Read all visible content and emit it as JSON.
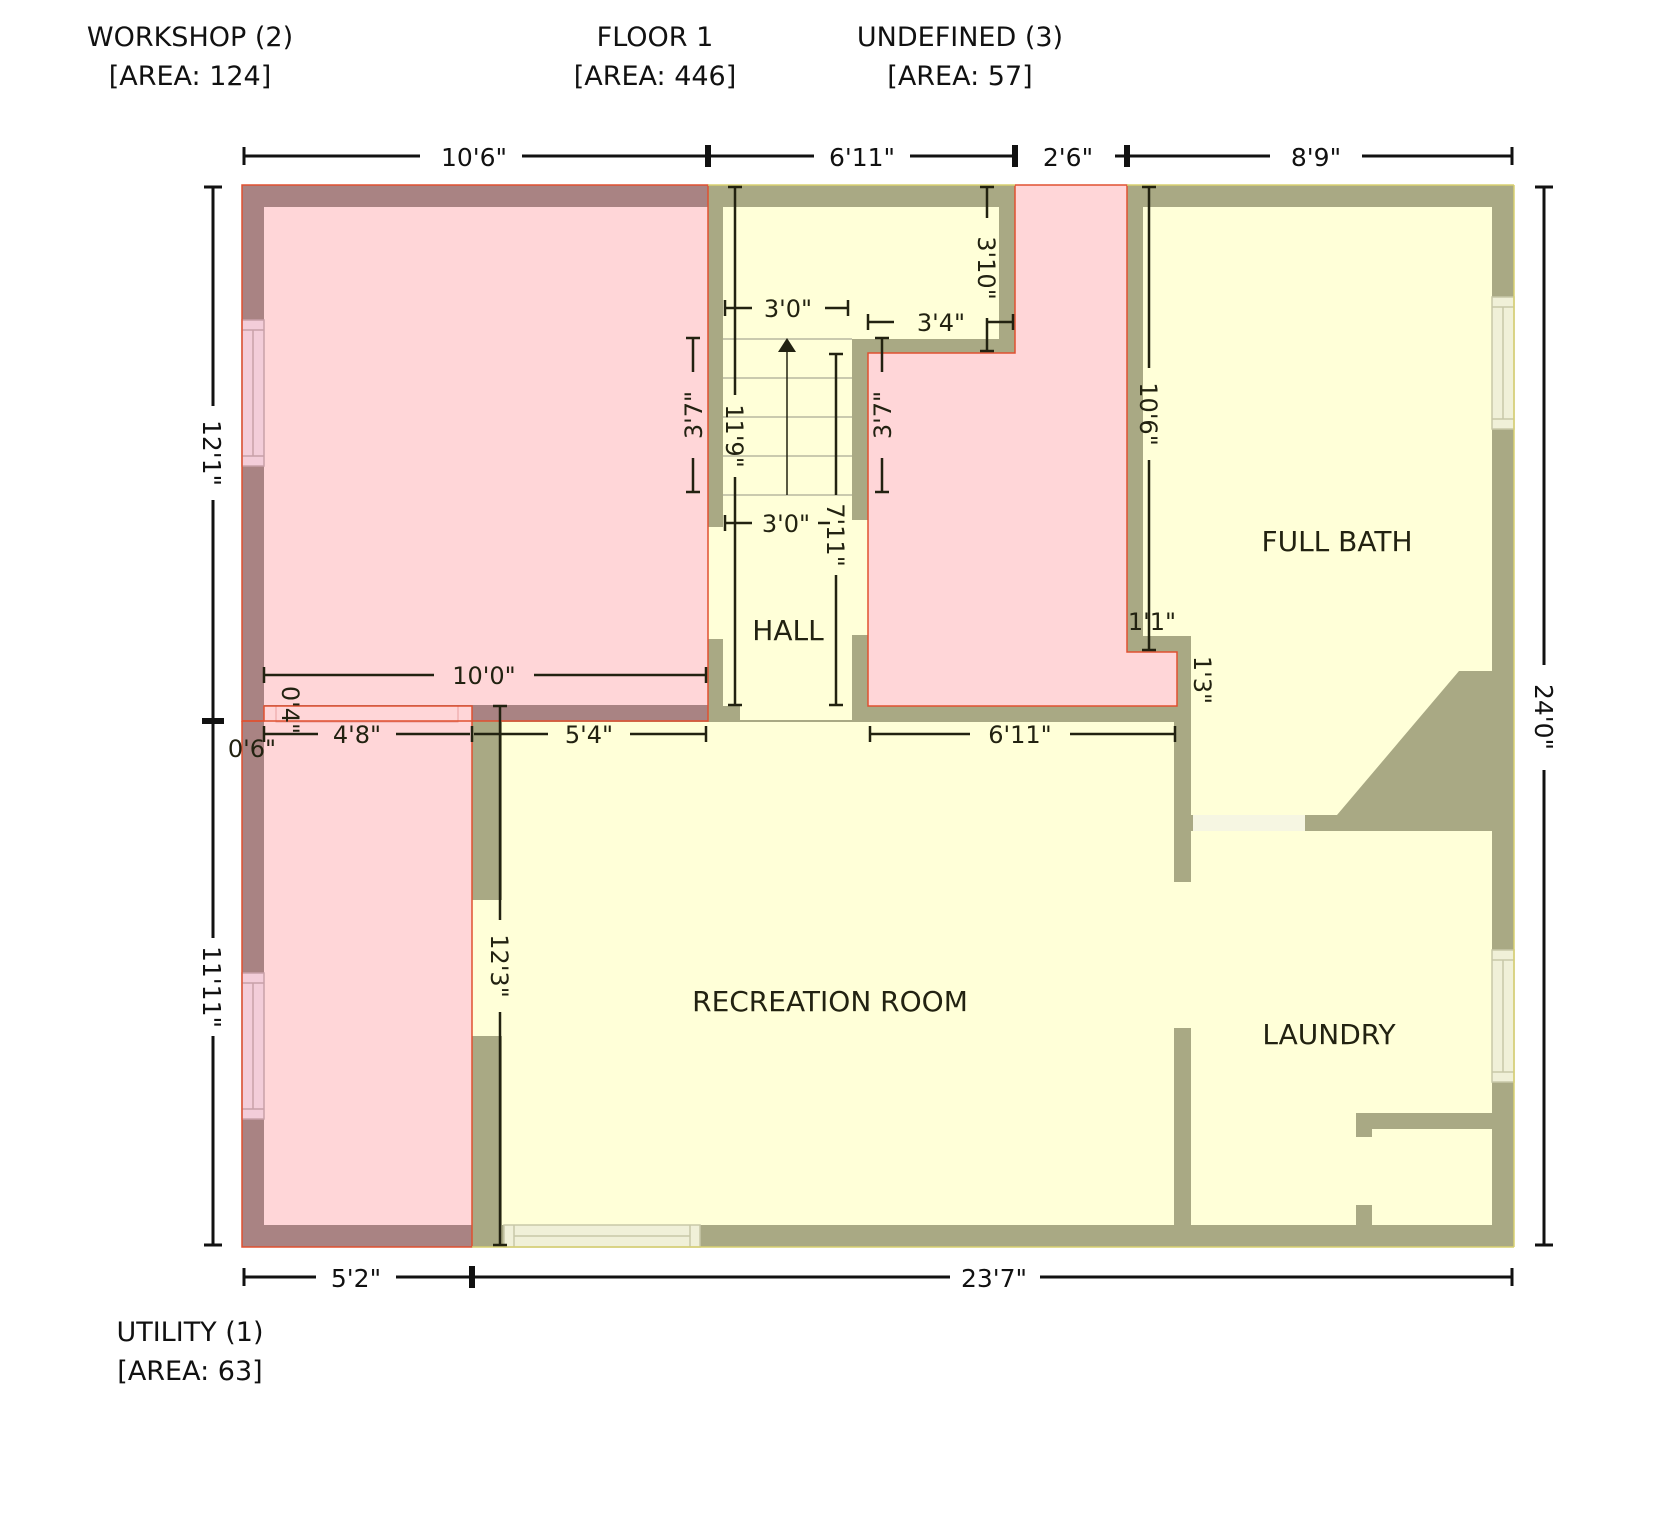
{
  "title": "FLOOR 1",
  "area_labels": {
    "workshop": {
      "name": "WORKSHOP (2)",
      "area": "[AREA: 124]"
    },
    "floor": {
      "name": "FLOOR 1",
      "area": "[AREA: 446]"
    },
    "undefined": {
      "name": "UNDEFINED (3)",
      "area": "[AREA: 57]"
    },
    "utility": {
      "name": "UTILITY (1)",
      "area": "[AREA: 63]"
    }
  },
  "rooms": {
    "hall": "HALL",
    "full_bath": "FULL BATH",
    "recreation_room": "RECREATION ROOM",
    "laundry": "LAUNDRY"
  },
  "dimensions": {
    "top": [
      "10'6\"",
      "6'11\"",
      "2'6\"",
      "8'9\""
    ],
    "bottom": [
      "5'2\"",
      "23'7\""
    ],
    "left": [
      "12'1\"",
      "11'11\""
    ],
    "right": "24'0\"",
    "interior": {
      "stair_top_width": "3'0\"",
      "stair_bottom_width": "3'0\"",
      "landing_width": "3'4\"",
      "landing_height": "3'10\"",
      "stair_length": "11'9\"",
      "hall_length": "7'11\"",
      "workshop_jog_left": "3'7\"",
      "undefined_jog": "3'7\"",
      "bath_wall": "10'6\"",
      "bath_offset": "1'1\"",
      "bath_step": "1'3\"",
      "workshop_width": "10'0\"",
      "utility_top": "0'4\"",
      "utility_offset": "0'6\"",
      "utility_width": "4'8\"",
      "rec_left": "5'4\"",
      "rec_right": "6'11\"",
      "rec_height": "12'3\""
    }
  },
  "colors": {
    "wall": "#a9a984",
    "pink_wall": "#a98383",
    "pink_floor": "#ffd6d8",
    "yellow_floor": "#ffffd8",
    "window": "#f0f0d8",
    "pink_window": "#f3cdd9",
    "outline_red": "#e05030",
    "dim_line": "#111111"
  }
}
